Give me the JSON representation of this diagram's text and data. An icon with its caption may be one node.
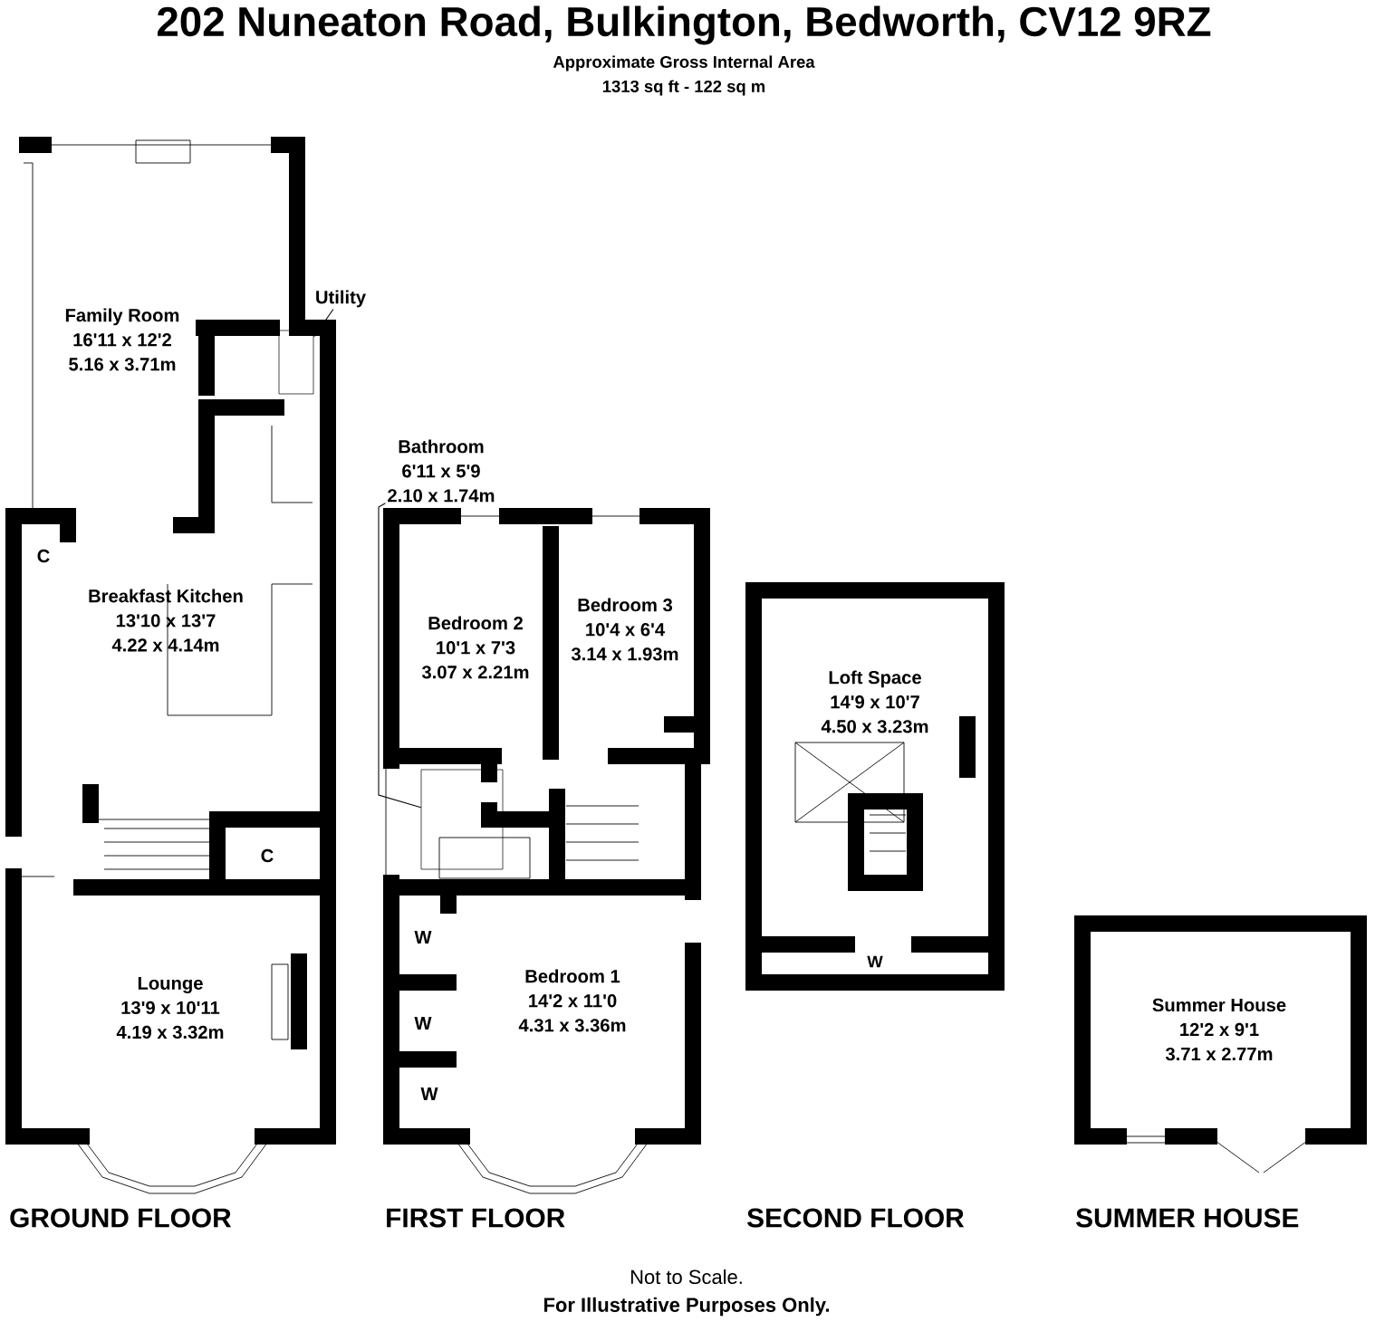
{
  "diagram": {
    "title": "202 Nuneaton Road, Bulkington, Bedworth, CV12 9RZ",
    "nodes": [
      {
        "text": [
          "Family Room",
          "16'11 x 12'2",
          "5.16 x 3.71m"
        ]
      },
      {
        "text": [
          "Utility"
        ]
      },
      {
        "text": [],
        "shape": "box"
      },
      {
        "text": [
          "Breakfast Kitchen",
          "13'10 x 13'7",
          "4.22 x 4.14m"
        ]
      },
      {
        "text": [
          "Lounge",
          "13'9 x 10'11",
          "4.19 x 3.32m"
        ]
      },
      {
        "text": [
          "Bathroom",
          "6'11 x 5'9",
          "2.10 x 1.74m"
        ]
      },
      {
        "text": [],
        "shape": "box"
      },
      {
        "text": [
          "Bedroom 2",
          "10'1 x 7'3",
          "3.07 x 2.21m"
        ]
      },
      {
        "text": [
          "Bedroom 3",
          "10'4 x 6'4",
          "3.14 x 1.93m"
        ]
      },
      {
        "text": [
          "Bedroom 1",
          "14'2 x 11'0",
          "4.31 x 3.36m"
        ]
      },
      {
        "text": [
          "Loft Space",
          "14'9 x 10'7",
          "4.50 x 3.23m"
        ]
      },
      {
        "text": [
          "Summer House",
          "12'2 x 9'1",
          "3.71 x 2.77m"
        ]
      }
    ],
    "edges": [
      {
        "from": 1,
        "to": 2,
        "arrow": "to"
      },
      {
        "from": 5,
        "to": 6,
        "arrow": "none"
      }
    ],
    "labels": [
      "Approximate Gross Internal Area",
      "1313 sq ft - 122 sq m",
      "C",
      "C",
      "W",
      "W",
      "W",
      "W",
      "GROUND FLOOR",
      "FIRST FLOOR",
      "SECOND FLOOR",
      "SUMMER HOUSE",
      "Not to Scale.",
      "For Illustrative Purposes Only."
    ]
  }
}
